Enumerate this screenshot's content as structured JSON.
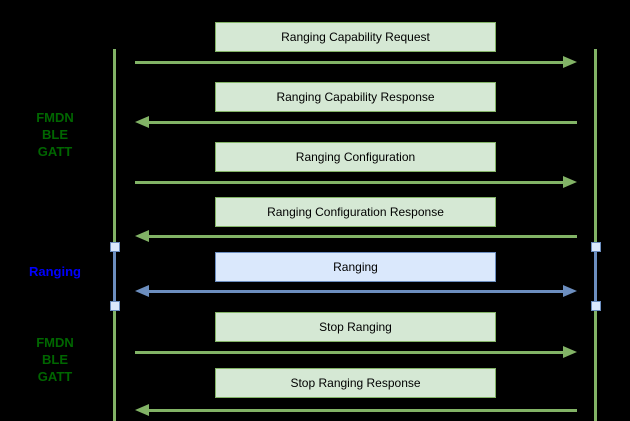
{
  "diagram": {
    "type": "sequence-diagram",
    "background": "#000000"
  },
  "palette": {
    "green_fill": "#d5e8d4",
    "green_stroke": "#82b366",
    "blue_fill": "#dae8fc",
    "blue_stroke": "#6c8ebf",
    "green_label_text": "#006600",
    "blue_label_text": "#0000ff",
    "message_text": "#000000"
  },
  "side_labels": [
    {
      "name": "fmdn-ble-gatt-upper",
      "lines": [
        "FMDN",
        "BLE",
        "GATT"
      ],
      "color_role": "green"
    },
    {
      "name": "ranging-phase",
      "lines": [
        "Ranging"
      ],
      "color_role": "blue"
    },
    {
      "name": "fmdn-ble-gatt-lower",
      "lines": [
        "FMDN",
        "BLE",
        "GATT"
      ],
      "color_role": "green"
    }
  ],
  "messages": [
    {
      "label": "Ranging Capability Request",
      "direction": "right",
      "style": "green"
    },
    {
      "label": "Ranging Capability Response",
      "direction": "left",
      "style": "green"
    },
    {
      "label": "Ranging Configuration",
      "direction": "right",
      "style": "green"
    },
    {
      "label": "Ranging Configuration Response",
      "direction": "left",
      "style": "green"
    },
    {
      "label": "Ranging",
      "direction": "both",
      "style": "blue"
    },
    {
      "label": "Stop Ranging",
      "direction": "right",
      "style": "green"
    },
    {
      "label": "Stop Ranging Response",
      "direction": "left",
      "style": "green"
    }
  ]
}
